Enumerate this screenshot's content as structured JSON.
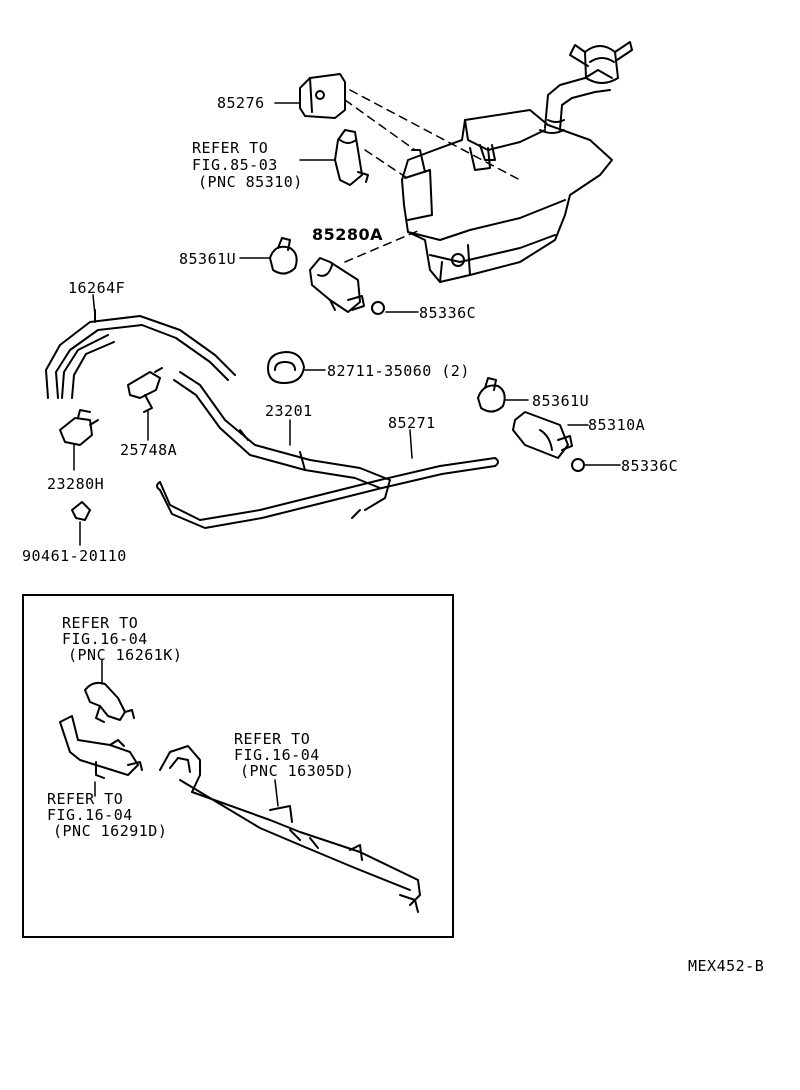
{
  "labels": {
    "p85276": "85276",
    "refer1_l1": "REFER TO",
    "refer1_l2": "FIG.85-03",
    "refer1_l3": "(PNC 85310)",
    "p85280a": "85280A",
    "p85361u_a": "85361U",
    "p16264f": "16264F",
    "p85336c_a": "85336C",
    "p82711": "82711-35060 (2)",
    "p85361u_b": "85361U",
    "p23201": "23201",
    "p85271": "85271",
    "p85310a": "85310A",
    "p25748a": "25748A",
    "p23280h": "23280H",
    "p85336c_b": "85336C",
    "p90461": "90461-20110",
    "refer2_l1": "REFER TO",
    "refer2_l2": "FIG.16-04",
    "refer2_l3": "(PNC 16261K)",
    "refer3_l1": "REFER TO",
    "refer3_l2": "FIG.16-04",
    "refer3_l3": "(PNC 16305D)",
    "refer4_l1": "REFER TO",
    "refer4_l2": "FIG.16-04",
    "refer4_l3": "(PNC 16291D)",
    "diagram_code": "MEX452-B"
  }
}
